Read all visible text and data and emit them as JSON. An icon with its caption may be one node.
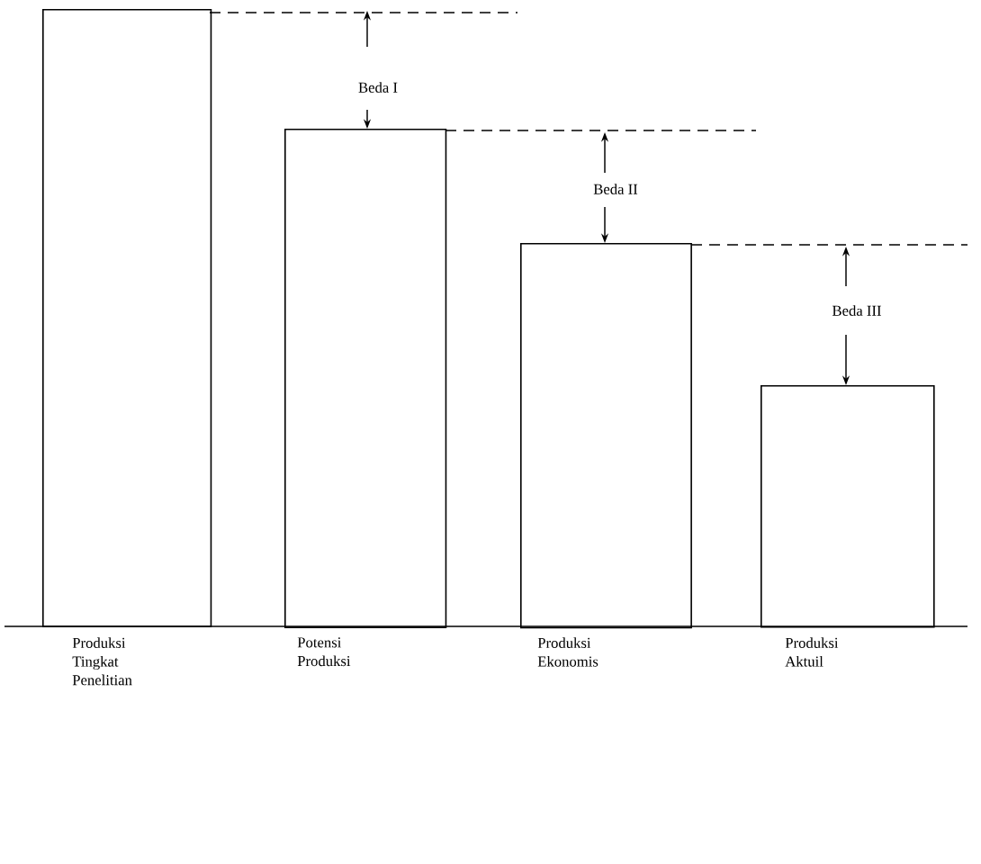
{
  "diagram": {
    "nodes": [
      {
        "text": [],
        "shape": "bar",
        "beside": [
          "Produksi Tingkat Penelitian"
        ]
      },
      {
        "text": [],
        "shape": "bar",
        "beside": [
          "Potensi Produksi"
        ]
      },
      {
        "text": [],
        "shape": "bar",
        "beside": [
          "Produksi Ekonomis"
        ]
      },
      {
        "text": [],
        "shape": "bar",
        "beside": [
          "Produksi Aktuil"
        ]
      }
    ],
    "labels": [
      "Beda I",
      "Beda II",
      "Beda III"
    ]
  }
}
